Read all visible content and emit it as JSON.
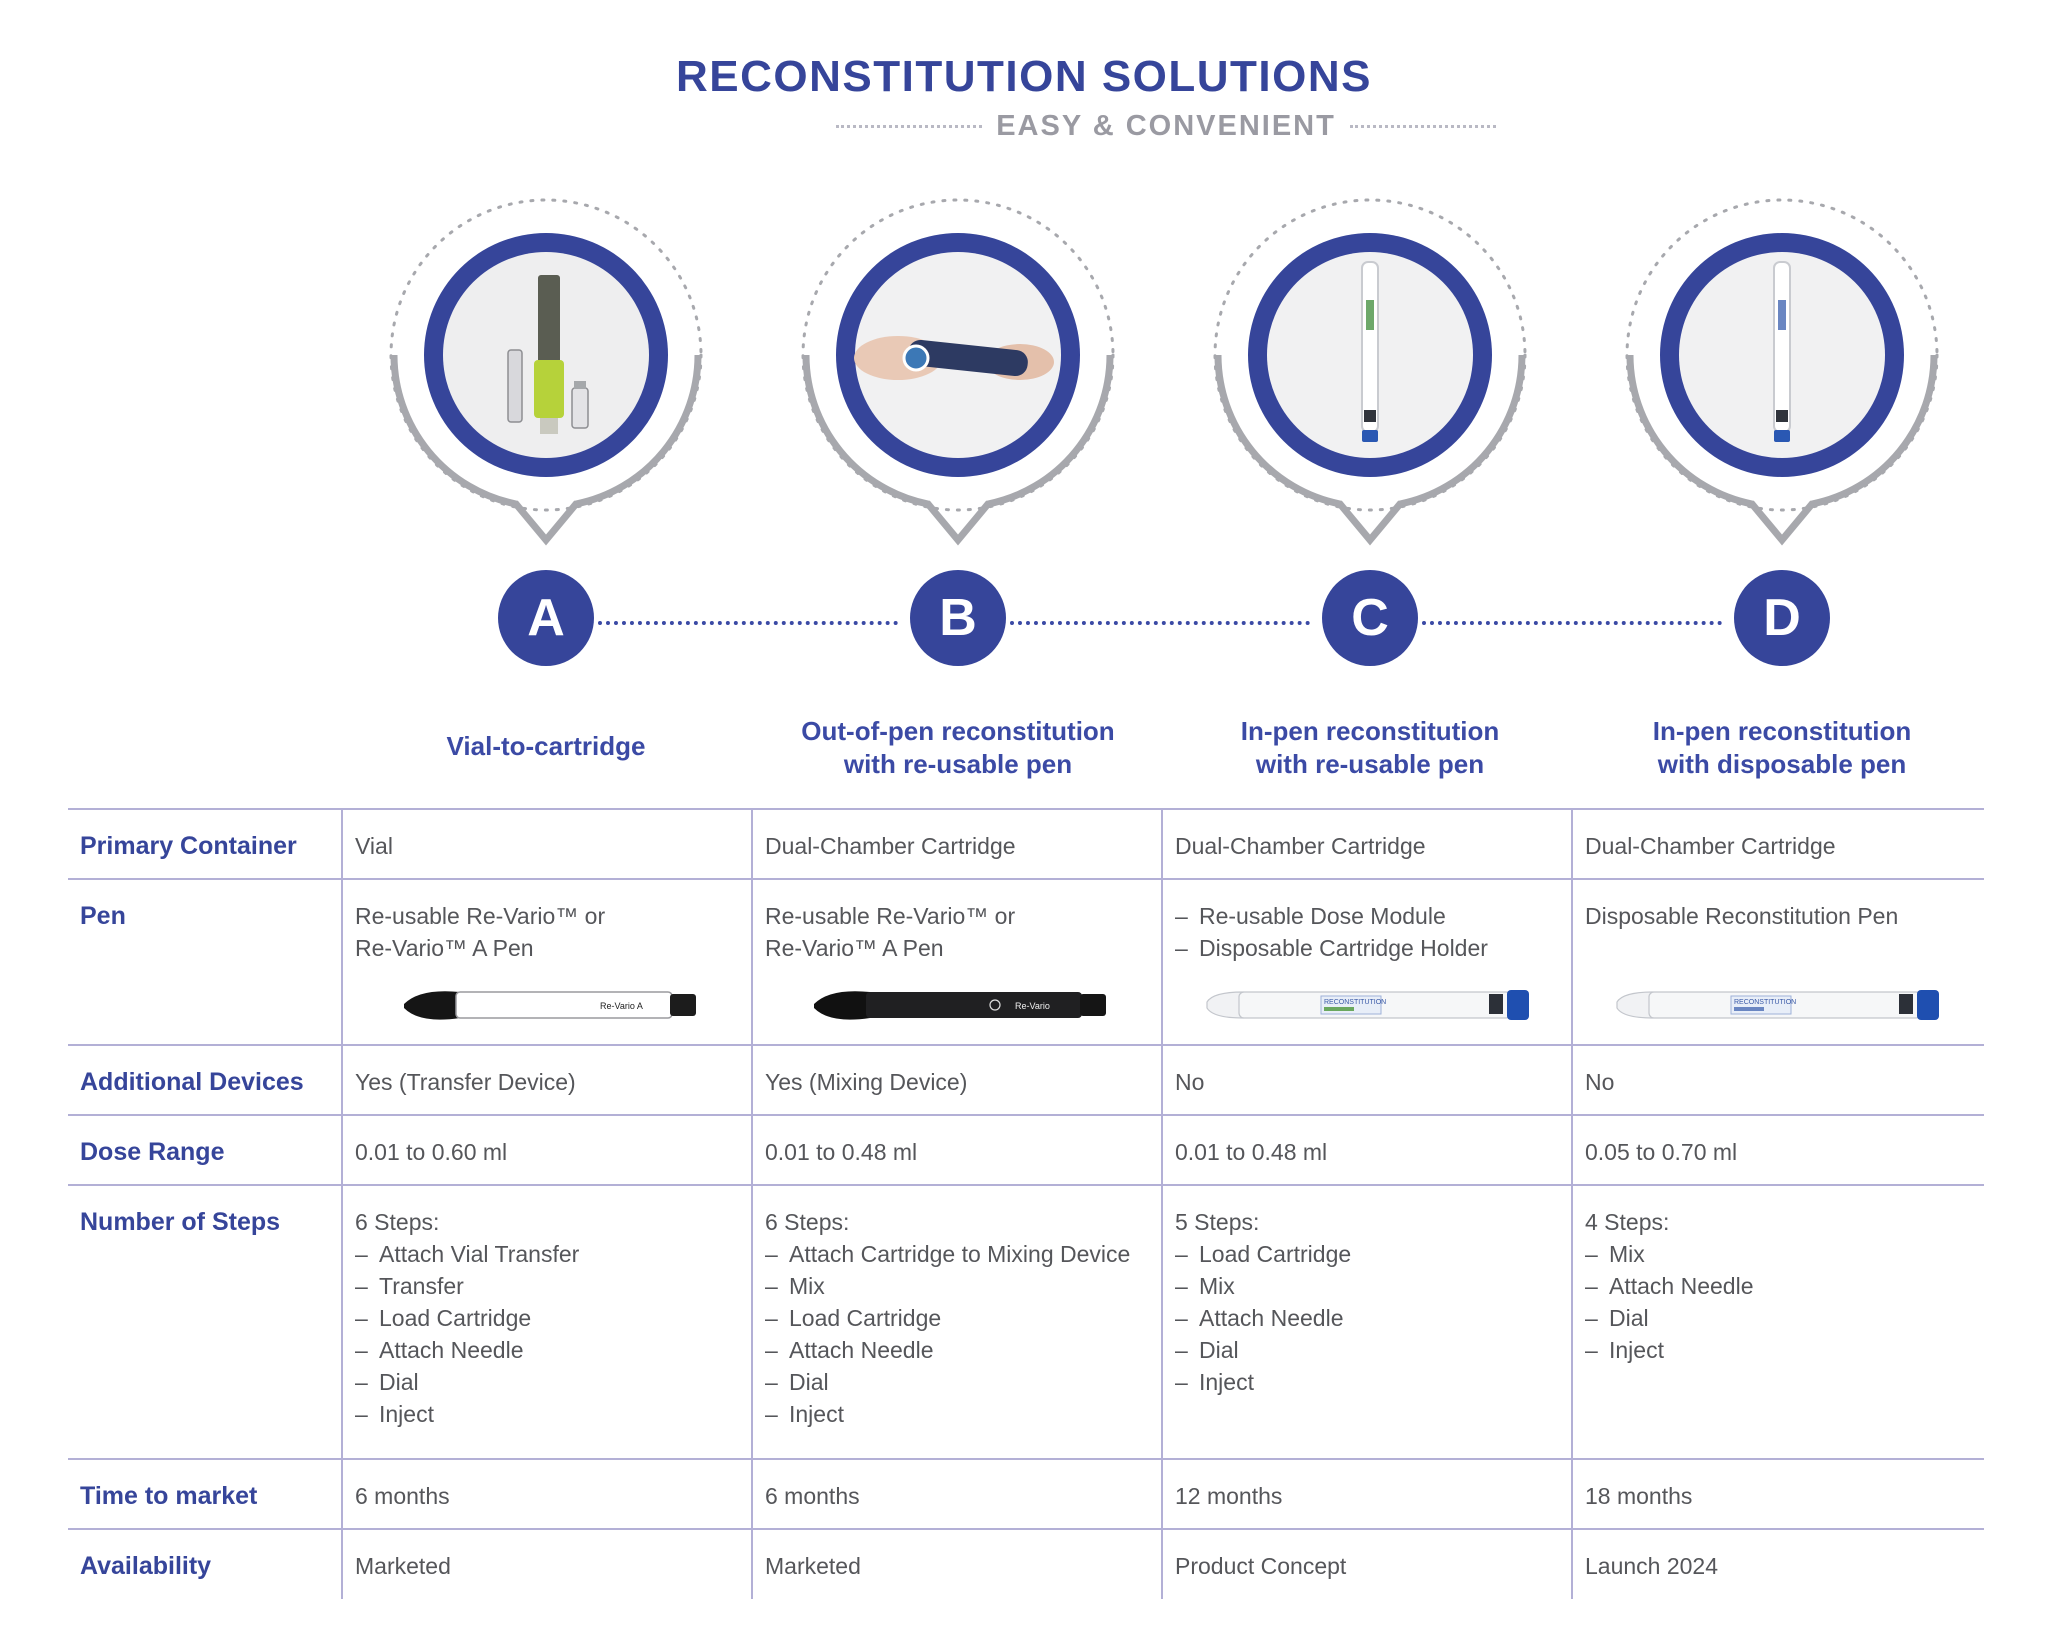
{
  "header": {
    "title": "RECONSTITUTION SOLUTIONS",
    "subtitle": "EASY & CONVENIENT"
  },
  "solutions": [
    {
      "letter": "A",
      "name_line1": "Vial-to-cartridge",
      "name_line2": "",
      "image": "vial-and-pen-photo"
    },
    {
      "letter": "B",
      "name_line1": "Out-of-pen reconstitution",
      "name_line2": "with re-usable pen",
      "image": "hands-mixing-cartridge-photo"
    },
    {
      "letter": "C",
      "name_line1": "In-pen reconstitution",
      "name_line2": "with re-usable pen",
      "image": "white-pen-photo"
    },
    {
      "letter": "D",
      "name_line1": "In-pen reconstitution",
      "name_line2": "with disposable pen",
      "image": "white-pen-photo"
    }
  ],
  "colors": {
    "accent": "#36459a",
    "grid": "#b3b0d6",
    "ring_gray": "#a7a8ad"
  },
  "table": {
    "rows": {
      "primary_container": {
        "label": "Primary Container",
        "a": "Vial",
        "b": "Dual-Chamber Cartridge",
        "c": "Dual-Chamber Cartridge",
        "d": "Dual-Chamber Cartridge"
      },
      "pen": {
        "label": "Pen",
        "a": {
          "line1": "Re-usable Re-Vario™ or",
          "line2": "Re-Vario™ A Pen",
          "pen_label": "Re-Vario A"
        },
        "b": {
          "line1": "Re-usable Re-Vario™ or",
          "line2": "Re-Vario™ A Pen",
          "pen_label": "Re-Vario"
        },
        "c": {
          "items": [
            "Re-usable Dose Module",
            "Disposable Cartridge Holder"
          ],
          "pen_label": "RECONSTITUTION"
        },
        "d": {
          "line1": "Disposable Reconstitution Pen",
          "pen_label": "RECONSTITUTION"
        }
      },
      "additional_devices": {
        "label": "Additional Devices",
        "a": "Yes (Transfer Device)",
        "b": "Yes (Mixing Device)",
        "c": "No",
        "d": "No"
      },
      "dose_range": {
        "label": "Dose Range",
        "a": "0.01 to 0.60 ml",
        "b": "0.01 to 0.48 ml",
        "c": "0.01 to 0.48 ml",
        "d": "0.05 to 0.70 ml"
      },
      "steps": {
        "label": "Number of Steps",
        "a": {
          "title": "6 Steps:",
          "items": [
            "Attach Vial Transfer",
            "Transfer",
            "Load Cartridge",
            "Attach Needle",
            "Dial",
            "Inject"
          ]
        },
        "b": {
          "title": "6 Steps:",
          "items": [
            "Attach Cartridge to Mixing Device",
            "Mix",
            "Load Cartridge",
            "Attach Needle",
            "Dial",
            "Inject"
          ]
        },
        "c": {
          "title": "5 Steps:",
          "items": [
            "Load Cartridge",
            "Mix",
            "Attach Needle",
            "Dial",
            "Inject"
          ]
        },
        "d": {
          "title": "4 Steps:",
          "items": [
            "Mix",
            "Attach Needle",
            "Dial",
            "Inject"
          ]
        }
      },
      "time_to_market": {
        "label": "Time to market",
        "a": "6 months",
        "b": "6 months",
        "c": "12 months",
        "d": "18 months"
      },
      "availability": {
        "label": "Availability",
        "a": "Marketed",
        "b": "Marketed",
        "c": "Product Concept",
        "d": "Launch 2024"
      }
    }
  }
}
